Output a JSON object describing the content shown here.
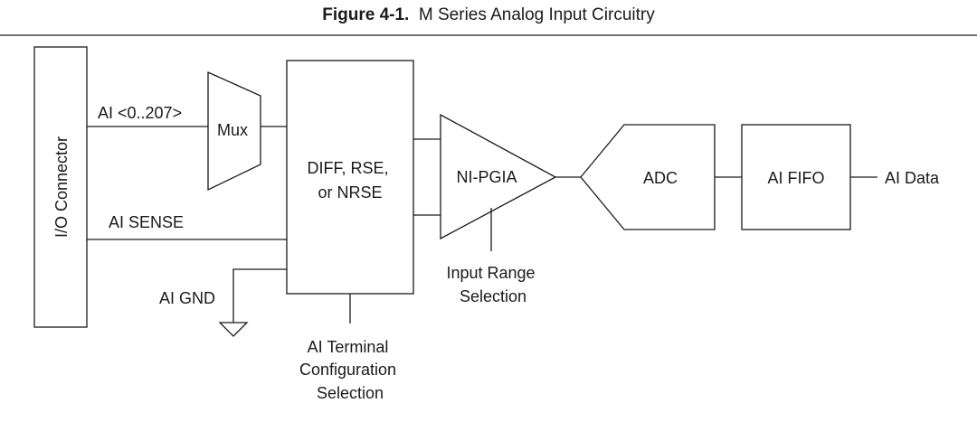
{
  "figure": {
    "number": "Figure 4-1.",
    "title": "M Series Analog Input Circuitry"
  },
  "blocks": {
    "io_connector": "I/O Connector",
    "mux": "Mux",
    "terminal_config": [
      "DIFF, RSE,",
      "or NRSE"
    ],
    "pgia": "NI-PGIA",
    "adc": "ADC",
    "fifo": "AI FIFO"
  },
  "signals": {
    "ai_channels": "AI <0..207>",
    "ai_sense": "AI SENSE",
    "ai_gnd": "AI GND",
    "ai_data": "AI Data"
  },
  "annotations": {
    "input_range": [
      "Input Range",
      "Selection"
    ],
    "terminal_selection": [
      "AI Terminal",
      "Configuration",
      "Selection"
    ]
  }
}
